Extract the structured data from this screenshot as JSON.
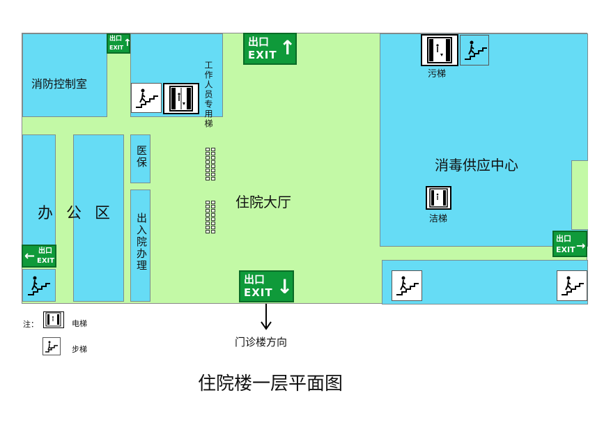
{
  "rooms": {
    "fire_control": "消防控制室",
    "office": "办 公 区",
    "medical_insurance": "医保",
    "admission": "出入院办理",
    "staff_elevator": "工作人员专用梯",
    "lobby": "住院大厅",
    "sterile_center": "消毒供应中心",
    "dirty_elevator": "污梯",
    "clean_elevator": "洁梯"
  },
  "exit_sign": {
    "zh": "出口",
    "en": "EXIT"
  },
  "outpatient_direction": "门诊楼方向",
  "legend": {
    "note": "注：",
    "elevator": "电梯",
    "stairs": "步梯"
  },
  "title": "住院楼一层平面图",
  "colors": {
    "corridor": "#c3f9a6",
    "room": "#66dcf5",
    "exit_green": "#0f9a3a"
  },
  "icons": {
    "elevator": "elevator-icon",
    "stairs": "stairs-icon",
    "arrow": "arrow-down-icon"
  }
}
